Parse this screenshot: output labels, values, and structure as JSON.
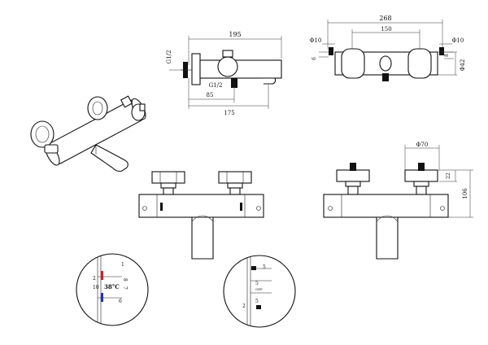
{
  "side_view": {
    "width_label": "195",
    "thread_left": "G1/2",
    "thread_bottom": "G1/2",
    "offset_label": "85",
    "total_label": "175"
  },
  "top_view": {
    "overall_label": "268",
    "centers_label": "150",
    "dia_left": "Φ10",
    "dia_right": "Φ10",
    "height_small": "6",
    "depth_small": "8",
    "body_dia": "Φ42"
  },
  "back_view": {
    "knob_dia": "Φ70",
    "knob_height": "22",
    "body_height": "106"
  },
  "detail_temp": {
    "top_num": "1",
    "num_2": "2",
    "num_8": "8",
    "num_10": "10",
    "temp_label": "38°C",
    "num_7": "7",
    "num_6": "6"
  },
  "detail_flow": {
    "top_num": "5",
    "num_5a": "5",
    "num_5b": "5",
    "num_2": "2",
    "off_label": "OFF"
  },
  "colors": {
    "hot": "#d42020",
    "cold": "#2030c8",
    "line": "#111111"
  }
}
